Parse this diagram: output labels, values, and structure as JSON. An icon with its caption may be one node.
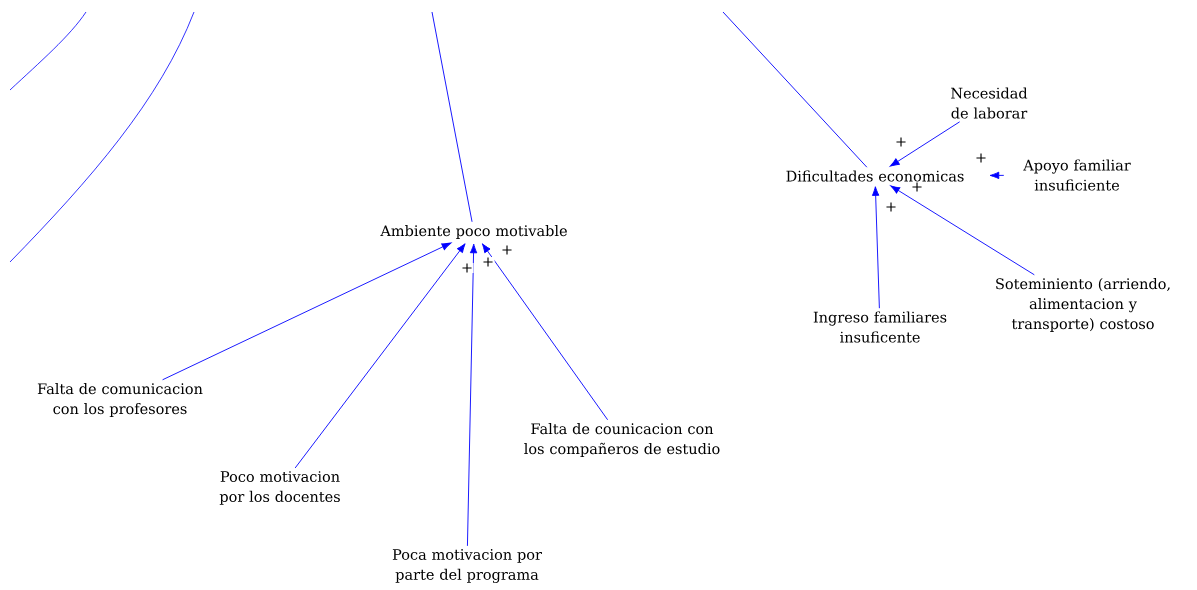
{
  "diagram": {
    "nodes": [
      {
        "text": [
          "Ambiente poco motivable"
        ]
      },
      {
        "text": [
          "Falta de comunicacion con los profesores"
        ]
      },
      {
        "text": [
          "Poco motivacion por los docentes"
        ]
      },
      {
        "text": [
          "Poca motivacion por parte del programa"
        ]
      },
      {
        "text": [
          "Falta de counicacion con los compañeros de estudio"
        ]
      },
      {
        "text": [
          "Dificultades economicas"
        ]
      },
      {
        "text": [
          "Necesidad de laborar"
        ]
      },
      {
        "text": [
          "Apoyo familiar insuficiente"
        ]
      },
      {
        "text": [
          "Ingreso familiares insuficente"
        ]
      },
      {
        "text": [
          "Soteminiento (arriendo, alimentacion y transporte) costoso"
        ]
      }
    ],
    "edges": [
      {
        "from": null,
        "to": 0,
        "arrow": "none"
      },
      {
        "from": 1,
        "to": 0,
        "arrow": "to"
      },
      {
        "from": 2,
        "to": 0,
        "arrow": "to",
        "label": "+"
      },
      {
        "from": 3,
        "to": 0,
        "arrow": "to",
        "label": "+"
      },
      {
        "from": 4,
        "to": 0,
        "arrow": "to",
        "label": "+"
      },
      {
        "from": null,
        "to": 5,
        "arrow": "none"
      },
      {
        "from": 6,
        "to": 5,
        "arrow": "to",
        "label": "+"
      },
      {
        "from": 7,
        "to": 5,
        "arrow": "to",
        "label": "+"
      },
      {
        "from": 8,
        "to": 5,
        "arrow": "to",
        "label": "+"
      },
      {
        "from": 9,
        "to": 5,
        "arrow": "to",
        "label": "+"
      }
    ]
  }
}
